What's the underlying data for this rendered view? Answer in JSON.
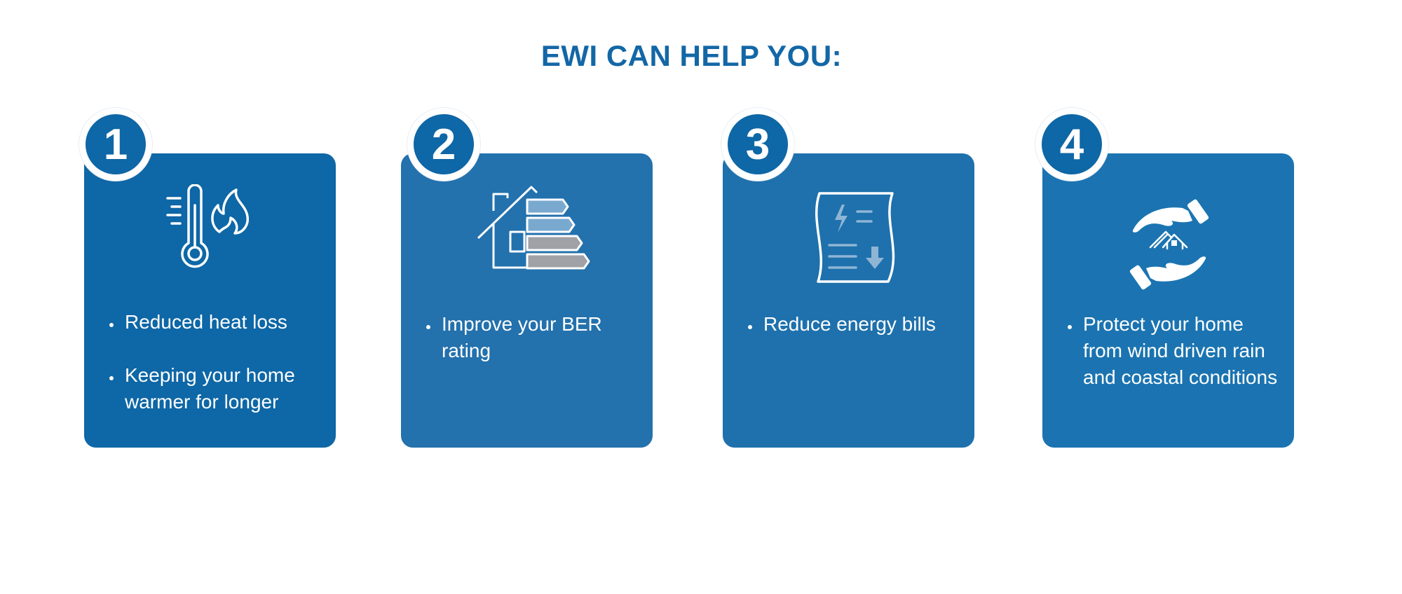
{
  "title": "EWI CAN HELP YOU:",
  "colors": {
    "card_1": "#0e67a6",
    "card_2": "#2371ad",
    "card_3": "#1e71ac",
    "card_4": "#1b74b1",
    "badge": "#0e67a6",
    "title": "#1367a6"
  },
  "cards": [
    {
      "number": "1",
      "icon": "thermometer-flame-icon",
      "points": [
        "Reduced heat loss",
        "Keeping your home warmer for longer"
      ]
    },
    {
      "number": "2",
      "icon": "house-energy-rating-icon",
      "points": [
        "Improve your BER rating"
      ]
    },
    {
      "number": "3",
      "icon": "energy-bill-icon",
      "points": [
        "Reduce energy bills"
      ]
    },
    {
      "number": "4",
      "icon": "hands-protecting-house-icon",
      "points": [
        "Protect your home from wind driven rain and coastal conditions"
      ]
    }
  ]
}
